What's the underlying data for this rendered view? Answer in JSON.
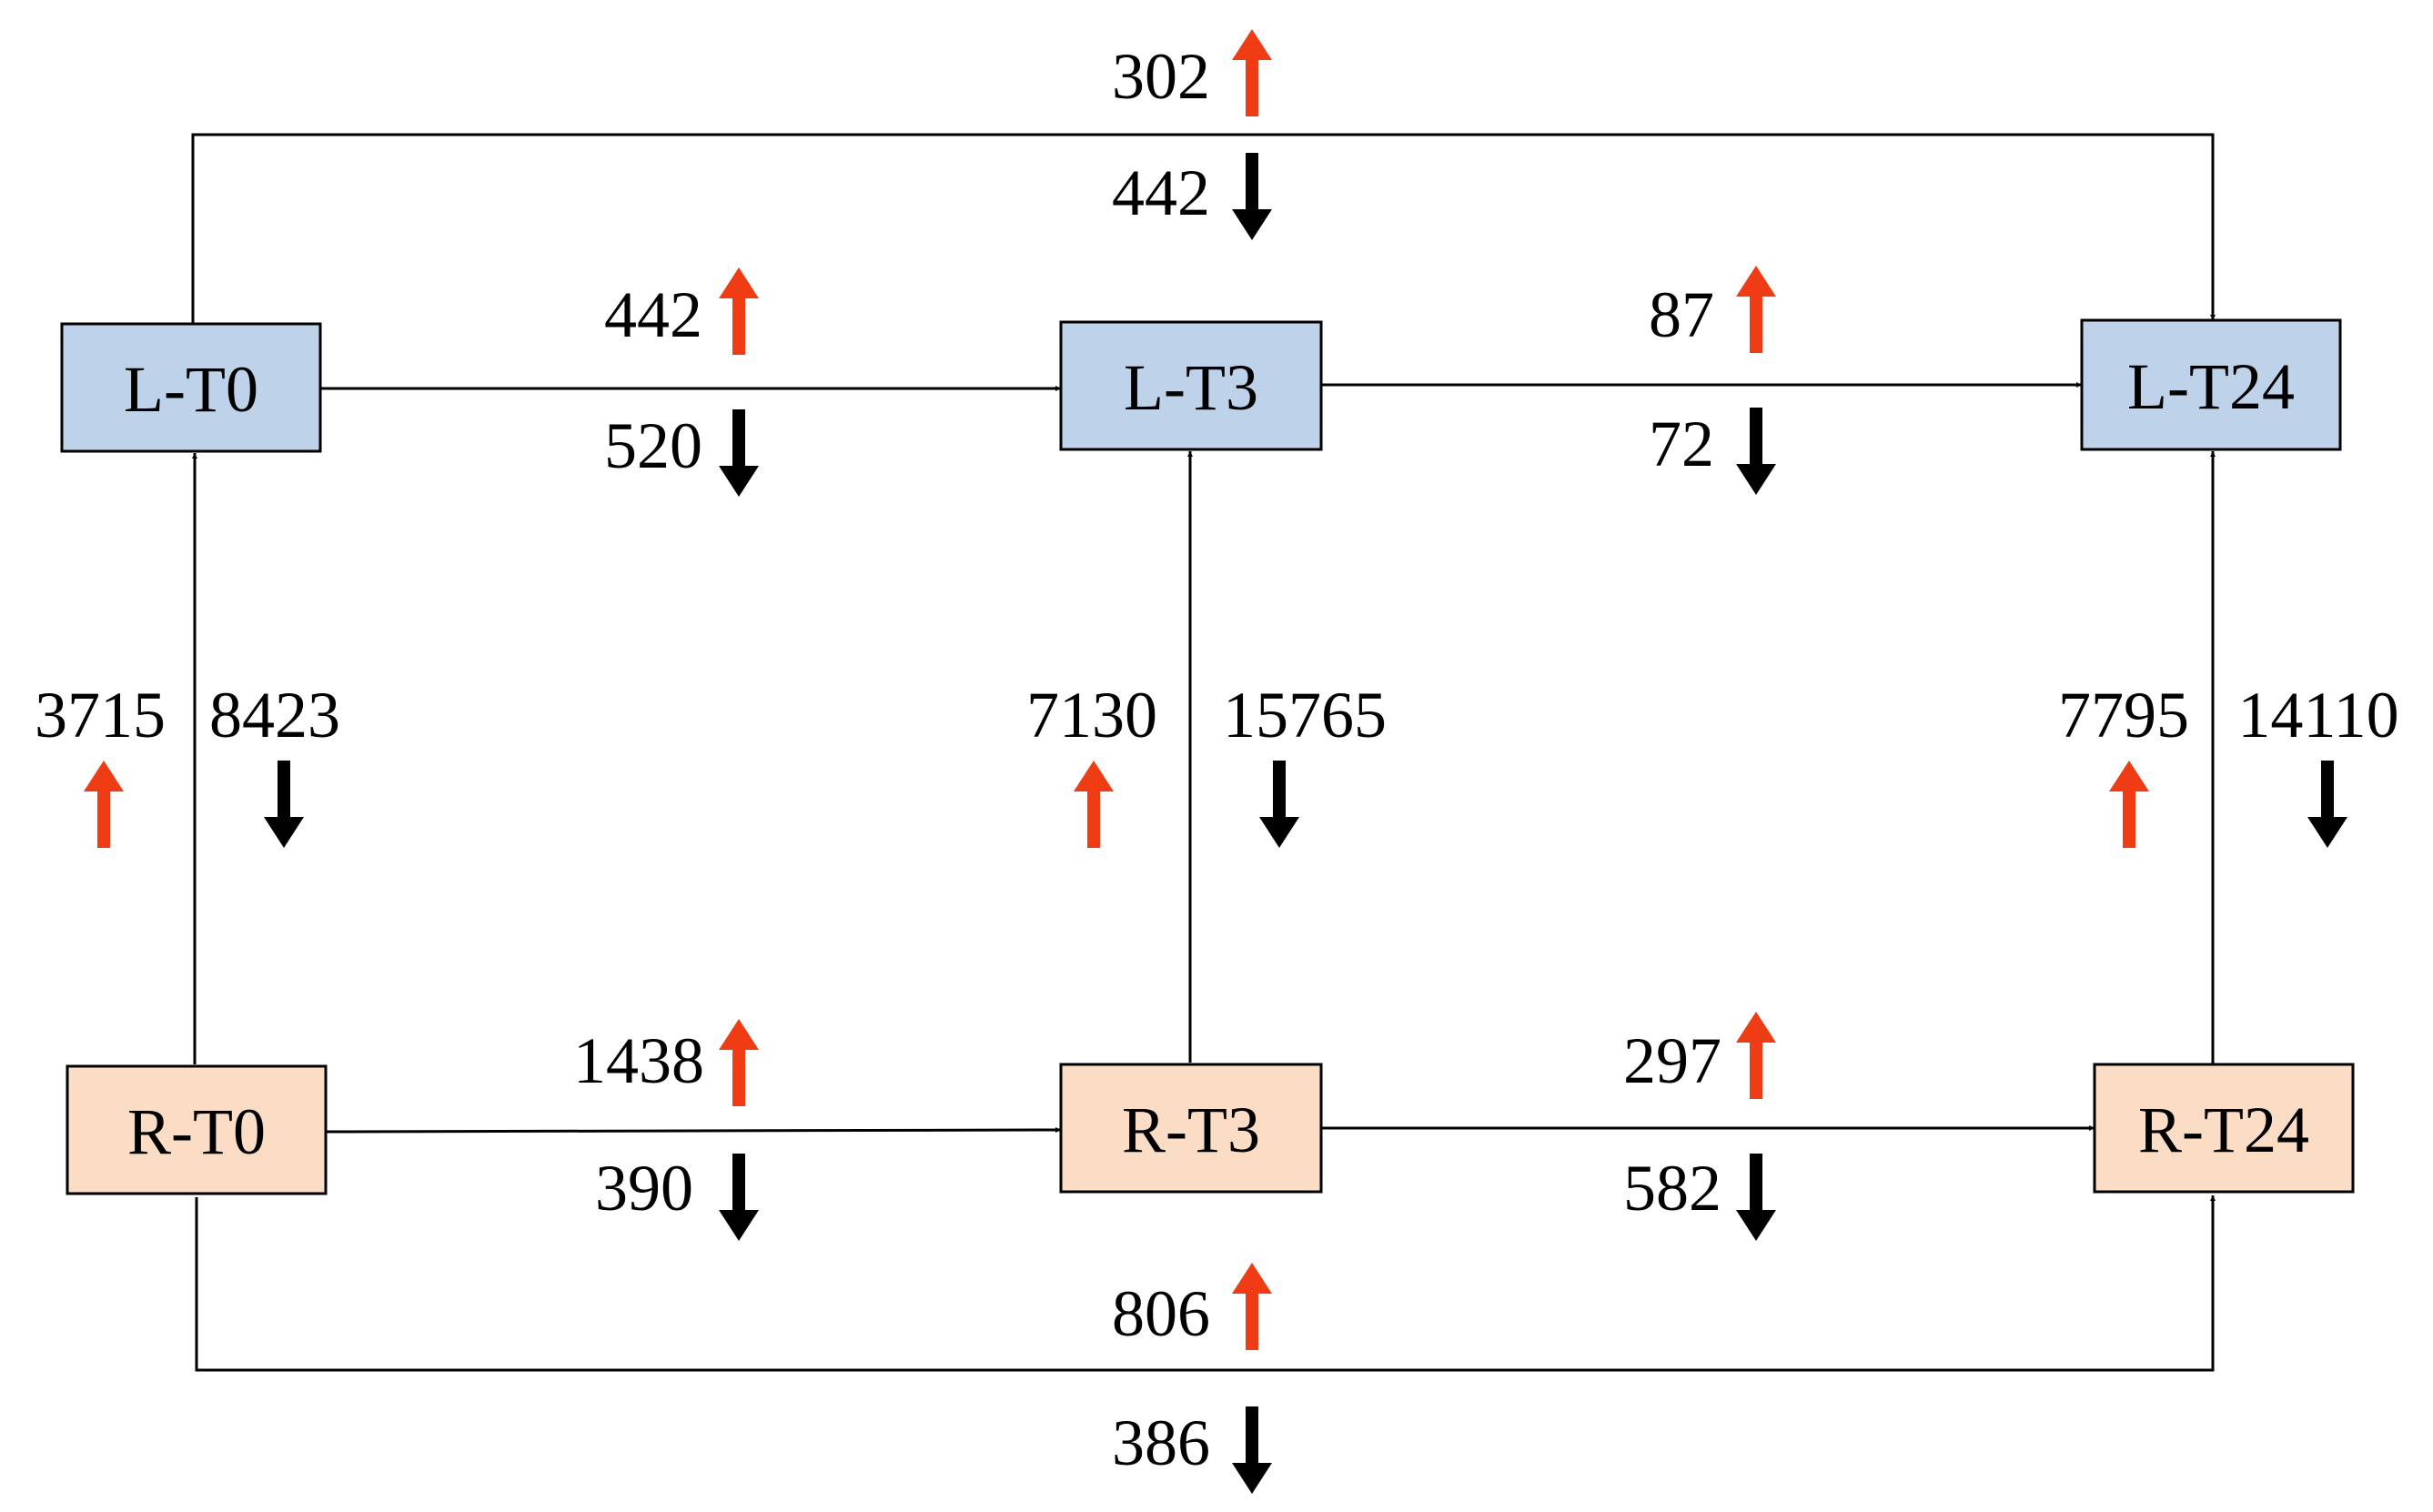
{
  "colors": {
    "left_node_fill": "#bed3ea",
    "right_node_fill": "#fbdcc4",
    "up_arrow": "#f03c14",
    "down_arrow": "#000000"
  },
  "icons": {
    "up": "arrow-up-icon",
    "down": "arrow-down-icon"
  },
  "nodes": {
    "LT0": "L-T0",
    "LT3": "L-T3",
    "LT24": "L-T24",
    "RT0": "R-T0",
    "RT3": "R-T3",
    "RT24": "R-T24"
  },
  "edges": {
    "LT0_LT24": {
      "up": "302",
      "down": "442"
    },
    "LT0_LT3": {
      "up": "442",
      "down": "520"
    },
    "LT3_LT24": {
      "up": "87",
      "down": "72"
    },
    "RT0_LT0": {
      "up": "3715",
      "down": "8423"
    },
    "RT3_LT3": {
      "up": "7130",
      "down": "15765"
    },
    "RT24_LT24": {
      "up": "7795",
      "down": "14110"
    },
    "RT0_RT3": {
      "up": "1438",
      "down": "390"
    },
    "RT3_RT24": {
      "up": "297",
      "down": "582"
    },
    "RT0_RT24": {
      "up": "806",
      "down": "386"
    }
  }
}
